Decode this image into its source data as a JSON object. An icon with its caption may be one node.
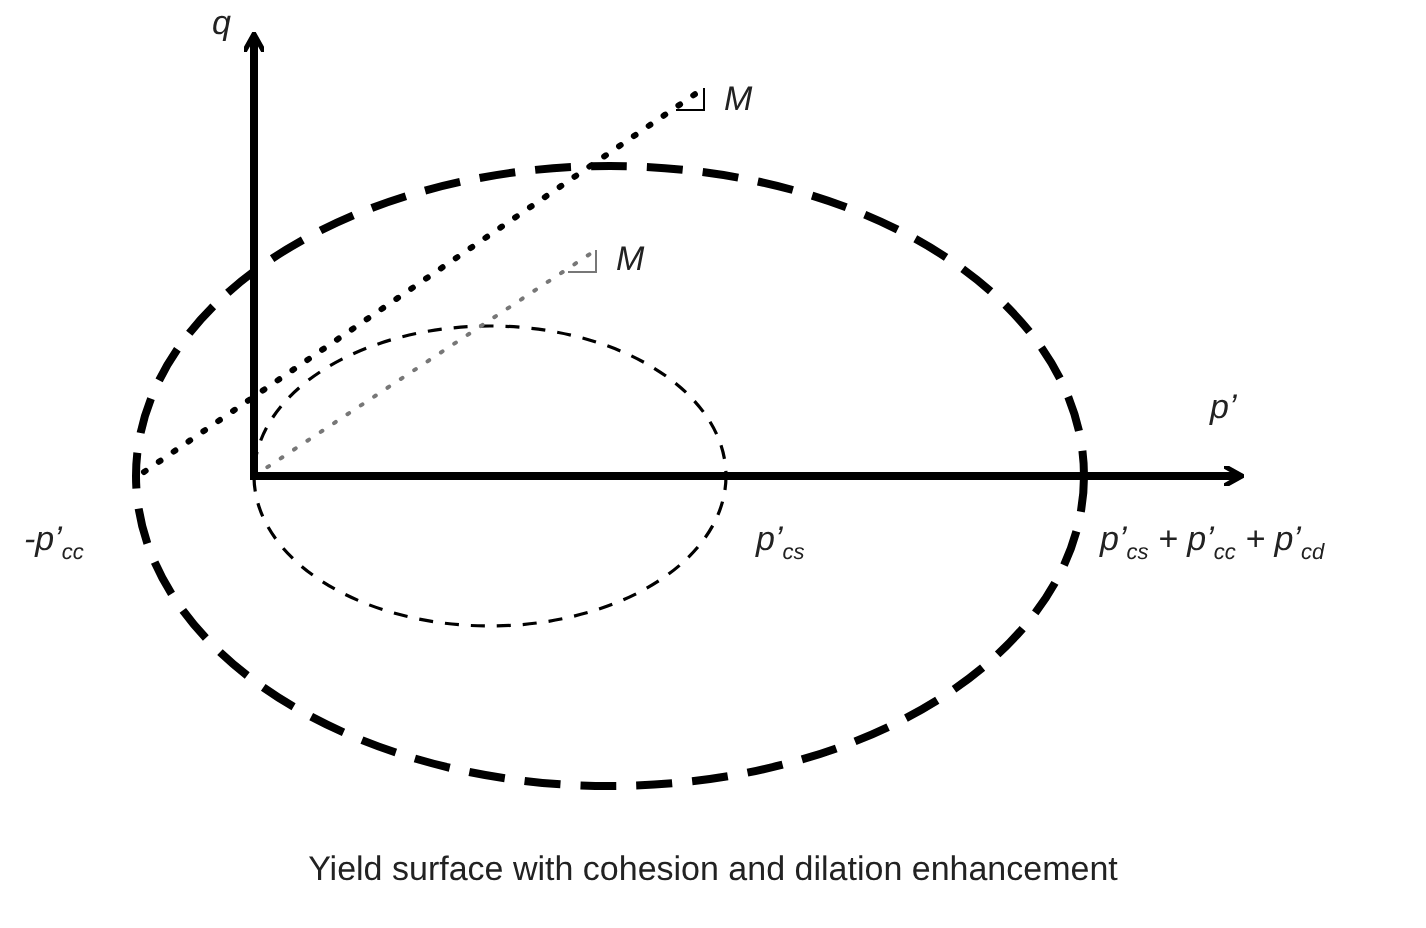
{
  "diagram": {
    "caption": "Yield surface with cohesion and dilation enhancement",
    "labels": [
      "q",
      "M",
      "M",
      "p’",
      "-p’$_{cc}$",
      "p’$_{cs}$",
      "p’$_{cs}$ + p’$_{cc}$ + p’$_{cd}$"
    ]
  }
}
